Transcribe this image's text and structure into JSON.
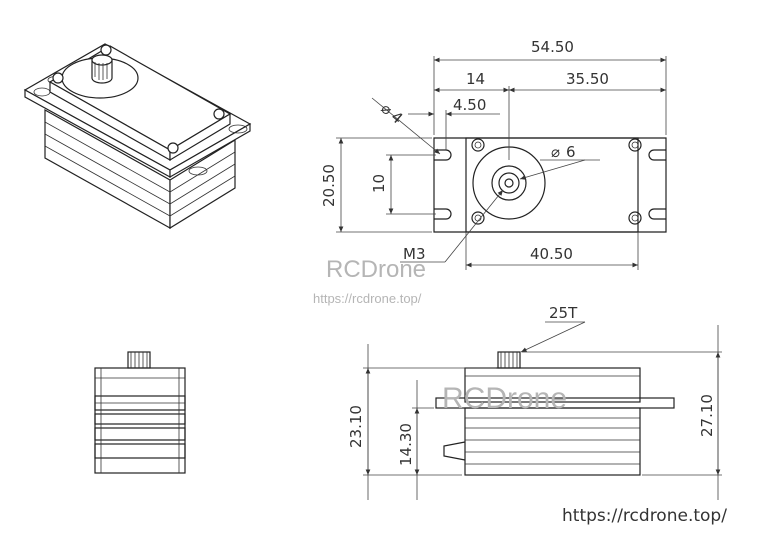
{
  "dimensions": {
    "overall_length": "54.50",
    "mount_offset": "14",
    "shaft_to_end": "35.50",
    "hole_offset": "4.50",
    "hole_dia": "4",
    "spline_dia": "6",
    "width": "20.50",
    "hole_spacing": "10",
    "screw": "M3",
    "body_length": "40.50",
    "spline": "25T",
    "height_to_flange": "23.10",
    "flange_height": "14.30",
    "total_height": "27.10"
  },
  "watermarks": {
    "brand": "RCDrone",
    "url_small": "https://rcdrone.top/",
    "url_footer": "https://rcdrone.top/"
  }
}
